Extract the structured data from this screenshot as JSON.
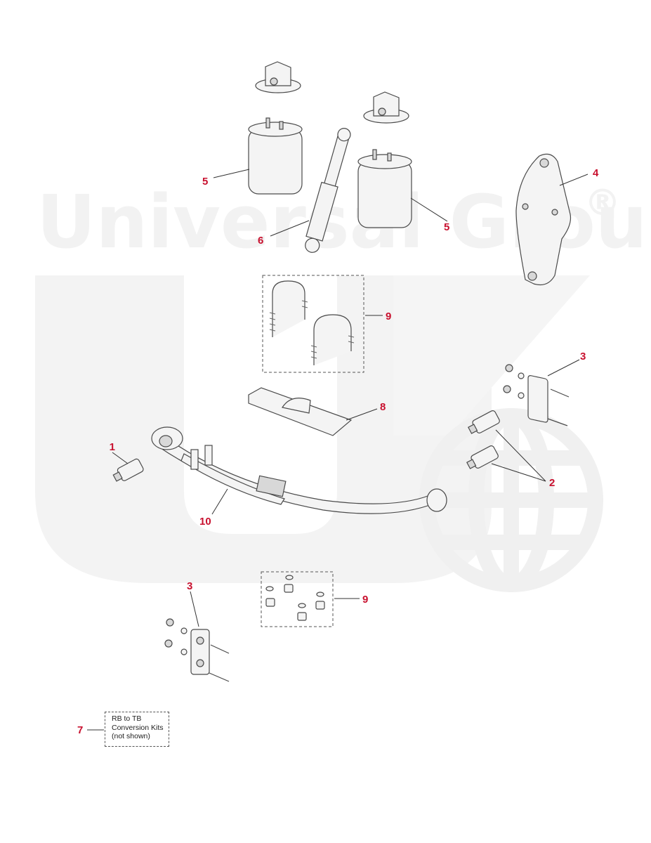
{
  "watermark": {
    "brand_text": "Universal Group",
    "registered_mark": "®"
  },
  "callouts": [
    {
      "id": "c1",
      "label": "1"
    },
    {
      "id": "c2",
      "label": "2"
    },
    {
      "id": "c3a",
      "label": "3"
    },
    {
      "id": "c3b",
      "label": "3"
    },
    {
      "id": "c4",
      "label": "4"
    },
    {
      "id": "c5a",
      "label": "5"
    },
    {
      "id": "c5b",
      "label": "5"
    },
    {
      "id": "c6",
      "label": "6"
    },
    {
      "id": "c7",
      "label": "7"
    },
    {
      "id": "c8",
      "label": "8"
    },
    {
      "id": "c9a",
      "label": "9"
    },
    {
      "id": "c9b",
      "label": "9"
    },
    {
      "id": "c10",
      "label": "10"
    }
  ],
  "note_box": {
    "lines": [
      "RB to TB",
      "Conversion Kits",
      "(not shown)"
    ]
  },
  "colors": {
    "callout": "#c8102e",
    "watermark": "#f2f2f2",
    "line": "#4a4a4a"
  }
}
